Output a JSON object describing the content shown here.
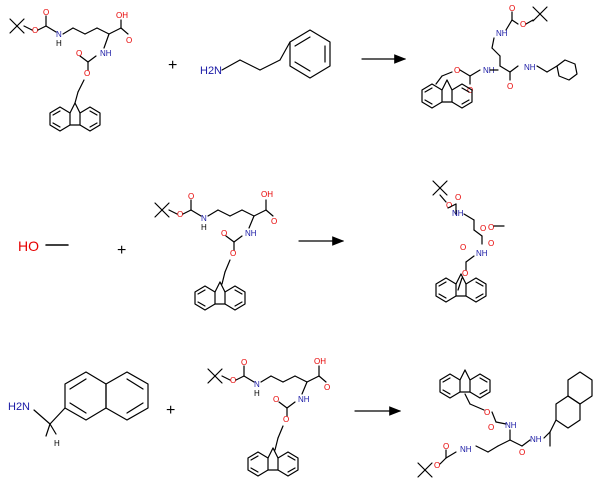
{
  "atoms": {
    "oxygen": "O",
    "nitrogen": "N",
    "hydrogen": "H",
    "hydroxyl": "OH",
    "amine_nh": "NH",
    "amine_h2n": "H2N",
    "hydroxy_ho": "HO",
    "amine_h2n_alt": "H₂N",
    "amine_h2n_sub": "2"
  },
  "operators": {
    "plus": "+"
  },
  "colors": {
    "oxygen": "#e60000",
    "nitrogen": "#1a1aa6",
    "bond": "#000000"
  }
}
